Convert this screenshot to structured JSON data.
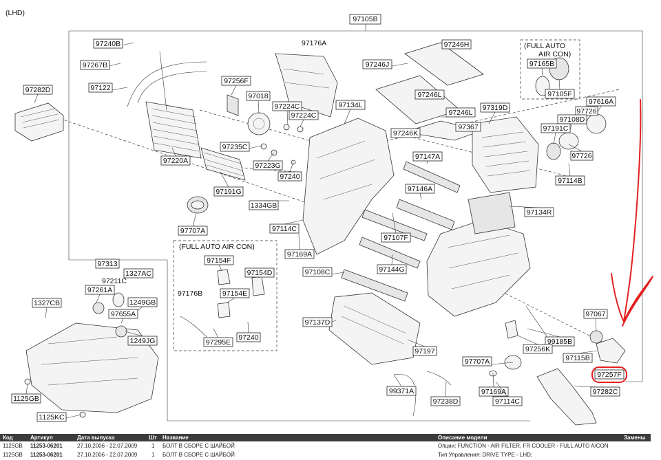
{
  "corner_label": "(LHD)",
  "callouts": {
    "c1": "97105B",
    "c2": "97240B",
    "c3": "97267B",
    "c4": "97176A",
    "c5": "97246H",
    "c6": "97282D",
    "c7": "97122",
    "c8": "97246J",
    "c9": "97165B",
    "c10": "97105F",
    "c11": "97256F",
    "c12": "97018",
    "c13": "97224C",
    "c14": "97134L",
    "c15": "97246L",
    "c16": "97319D",
    "c17": "97616A",
    "c18": "97224C",
    "c19": "97246L",
    "c20": "97726",
    "c21": "97108D",
    "c22": "97367",
    "c23": "97246K",
    "c24": "97191C",
    "c25": "97235C",
    "c26": "97220A",
    "c27": "97223G",
    "c28": "97726",
    "c29": "97147A",
    "c30": "97114B",
    "c31": "97240",
    "c32": "97191G",
    "c33": "97146A",
    "c34": "1334GB",
    "c35": "97134R",
    "c36": "97707A",
    "c37": "97114C",
    "c38": "97107F",
    "c39": "97169A",
    "c40": "97154F",
    "c41": "97313",
    "c42": "97144G",
    "c43": "97108C",
    "c44": "1327AC",
    "c45": "97211C",
    "c46": "97154D",
    "c47": "97261A",
    "c48": "1249GB",
    "c49": "97176B",
    "c50": "97154E",
    "c51": "1327CB",
    "c52": "97655A",
    "c53": "97067",
    "c54": "97137D",
    "c55": "97240",
    "c56": "97295E",
    "c57": "1249JG",
    "c58": "99185B",
    "c59": "97256K",
    "c60": "97197",
    "c61": "97115B",
    "c62": "97707A",
    "c63": "97257F",
    "c64": "99371A",
    "c65": "97169A",
    "c66": "97282C",
    "c67": "97238D",
    "c68": "97114C",
    "c69": "1125GB",
    "c70": "1125KC"
  },
  "boxes": {
    "full_auto_top_line1": "(FULL AUTO",
    "full_auto_top_line2": "AIR CON)",
    "full_auto_mid": "(FULL AUTO AIR CON)"
  },
  "annotation": {
    "color": "#e32020",
    "highlight_target": "97257F"
  },
  "table": {
    "headers": {
      "code": "Код",
      "article": "Артикул",
      "date": "Дата выпуска",
      "qty": "Шт",
      "name": "Название",
      "model": "Описание модели",
      "replace": "Замены"
    },
    "rows": [
      {
        "code": "1125GB",
        "article": "11253-06201",
        "date": "27.10.2006 - 22.07.2009",
        "qty": "1",
        "name": "БОЛТ В СБОРЕ С ШАЙБОЙ",
        "model": "Опции: FUNCTION - AIR FILTER, FR COOLER - FULL AUTO A/CON"
      },
      {
        "code": "1125GB",
        "article": "11253-06201",
        "date": "27.10.2006 - 22.07.2009",
        "qty": "1",
        "name": "БОЛТ В СБОРЕ С ШАЙБОЙ",
        "model": "Тип Управления: DRIVE TYPE - LHD;"
      }
    ]
  }
}
